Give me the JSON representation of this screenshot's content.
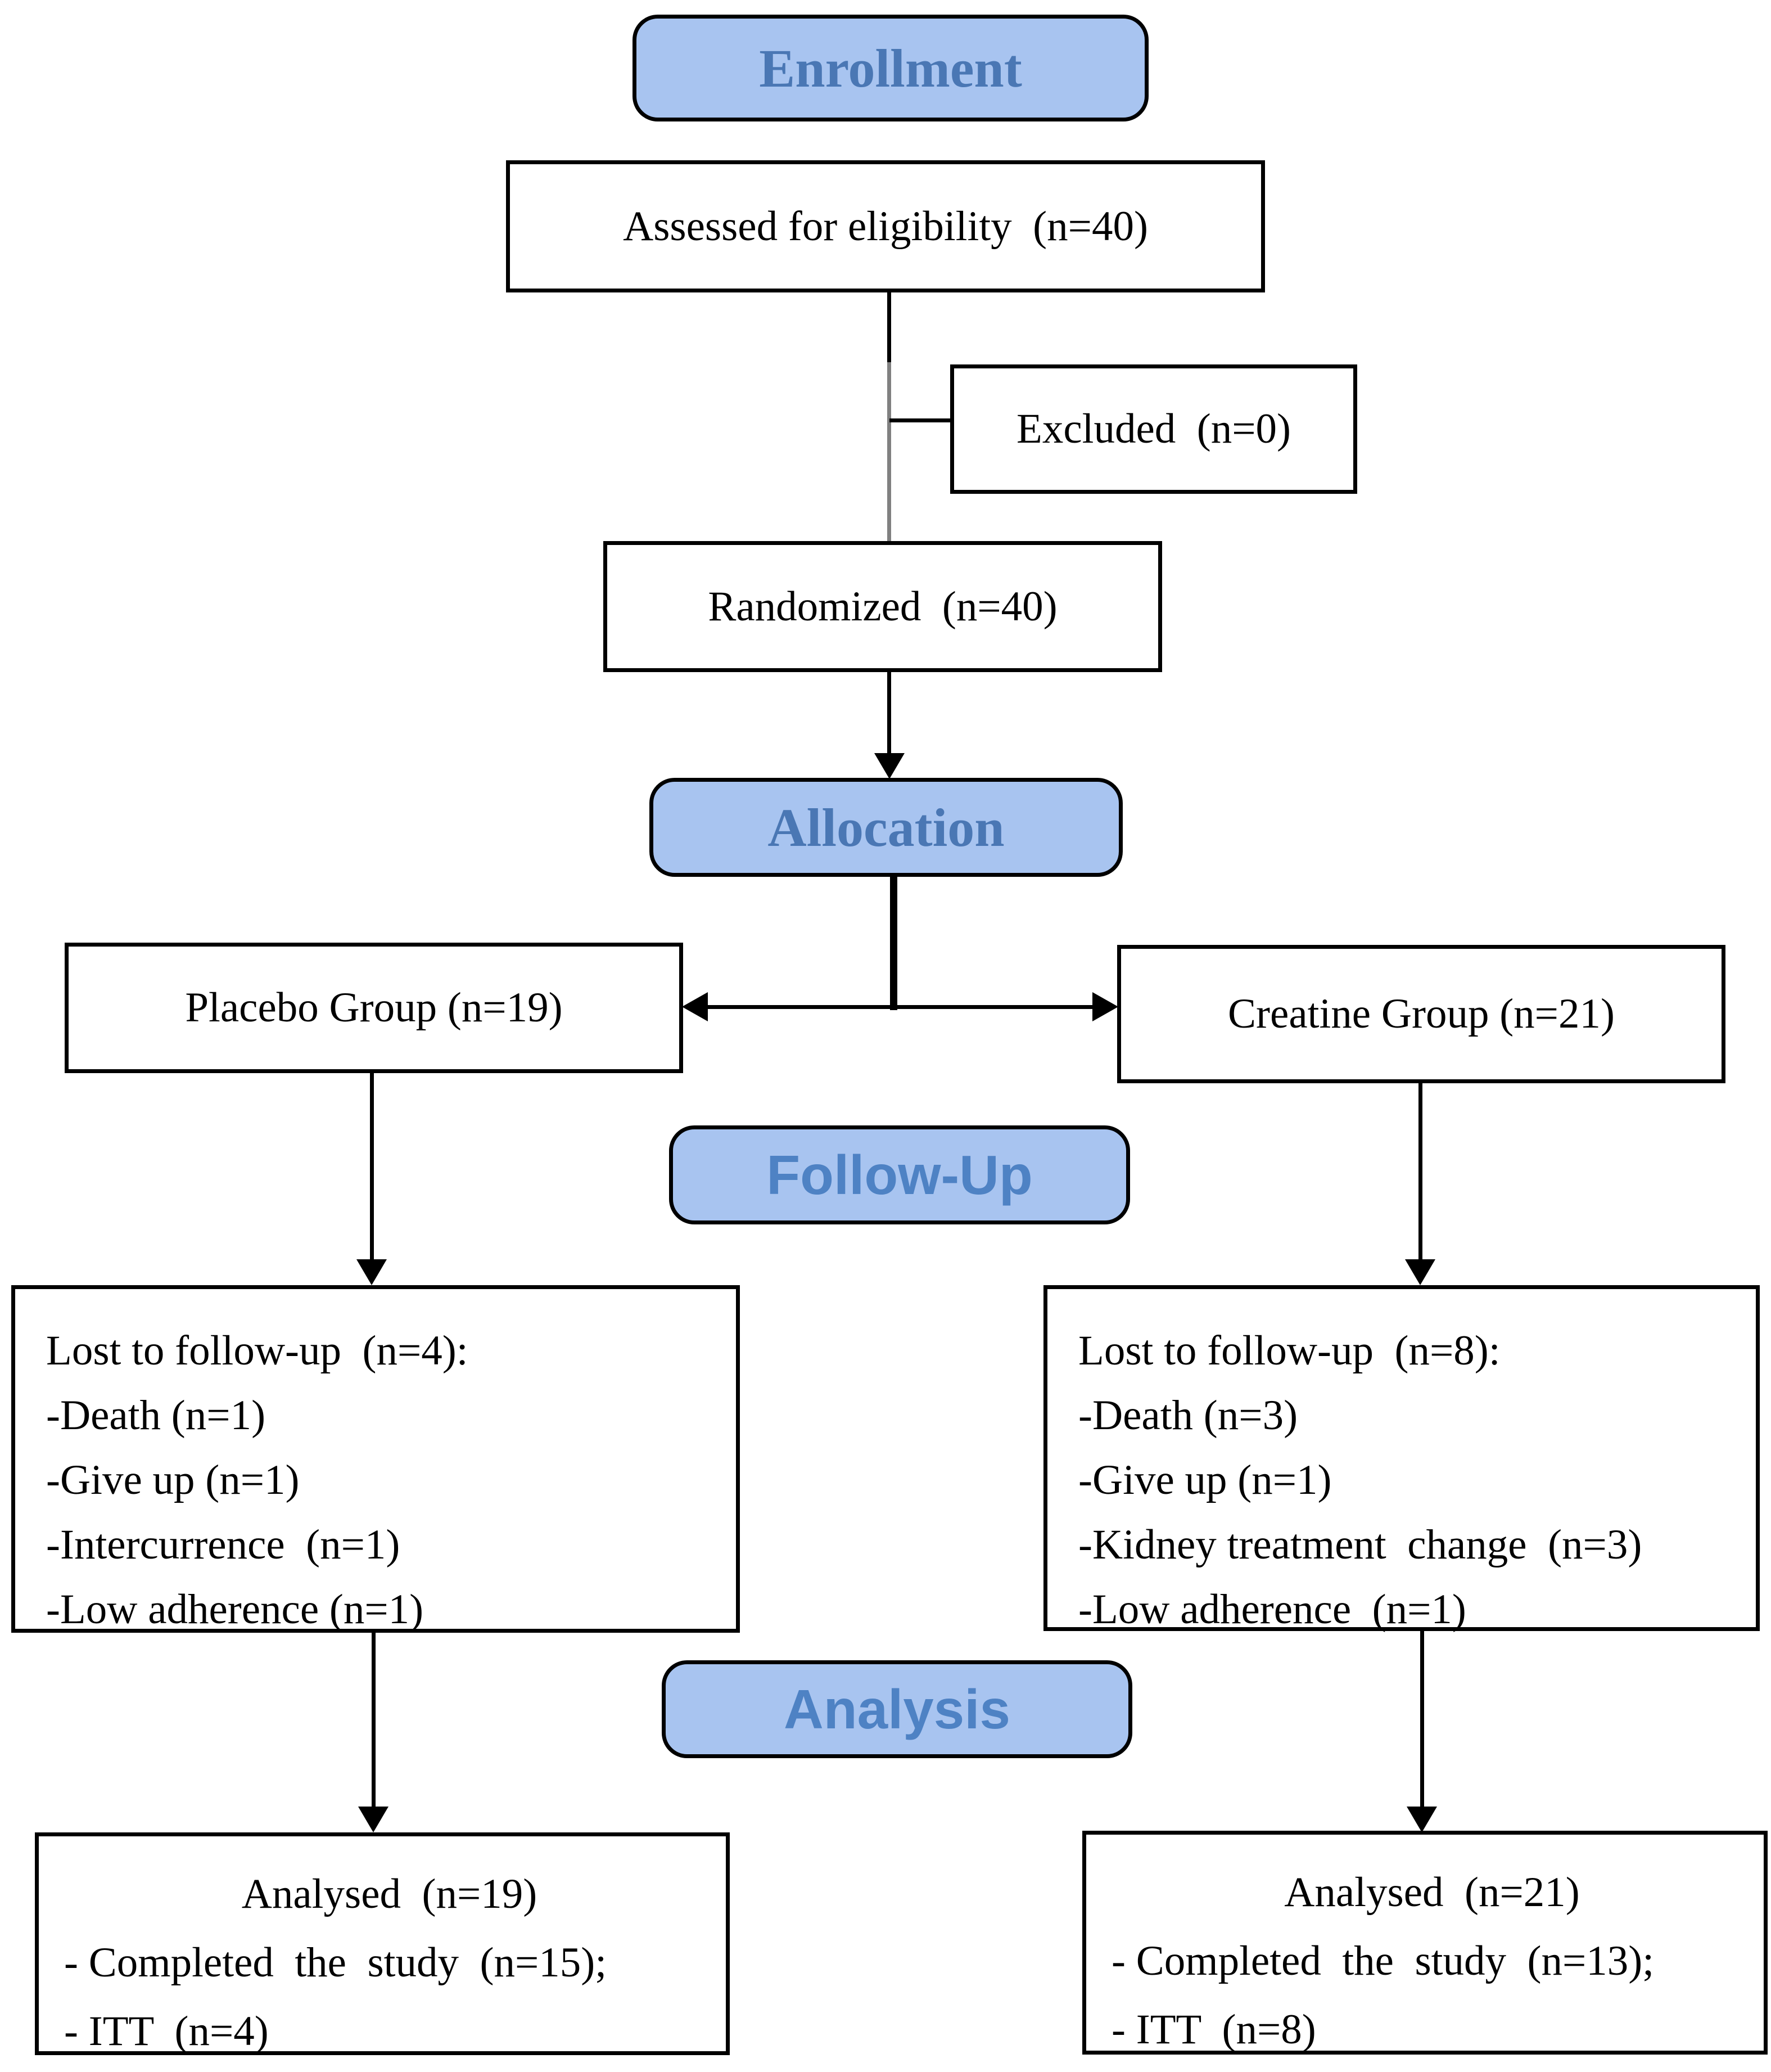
{
  "diagram": {
    "type": "consort-flow",
    "colors": {
      "stage_fill": "#A8C4F0",
      "stage_text_serif": "#4A77B4",
      "stage_text_sans": "#4E82C4",
      "box_border": "#000000",
      "line": "#000000",
      "line_secondary": "#808080",
      "node_fill": "#FFFFFF"
    },
    "stages": {
      "enrollment": {
        "label": "Enrollment"
      },
      "allocation": {
        "label": "Allocation"
      },
      "followup": {
        "label": "Follow-Up"
      },
      "analysis": {
        "label": "Analysis"
      }
    },
    "nodes": {
      "assessed": {
        "text": "Assessed for eligibility  (n=40)"
      },
      "excluded": {
        "text": "Excluded  (n=0)"
      },
      "randomized": {
        "text": "Randomized  (n=40)"
      },
      "placebo": {
        "text": "Placebo Group (n=19)"
      },
      "creatine": {
        "text": "Creatine Group (n=21)"
      },
      "lost_placebo": {
        "lines": [
          "Lost to follow-up  (n=4):",
          "-Death (n=1)",
          "-Give up (n=1)",
          "-Intercurrence  (n=1)",
          "-Low adherence (n=1)"
        ]
      },
      "lost_creatine": {
        "lines": [
          "Lost to follow-up  (n=8):",
          "-Death (n=3)",
          "-Give up (n=1)",
          "-Kidney treatment  change  (n=3)",
          "-Low adherence  (n=1)"
        ]
      },
      "analysed_placebo": {
        "title": "Analysed  (n=19)",
        "lines": [
          "- Completed  the  study  (n=15);",
          "- ITT  (n=4)"
        ]
      },
      "analysed_creatine": {
        "title": "Analysed  (n=21)",
        "lines": [
          "- Completed  the  study  (n=13);",
          "- ITT  (n=8)"
        ]
      }
    }
  }
}
